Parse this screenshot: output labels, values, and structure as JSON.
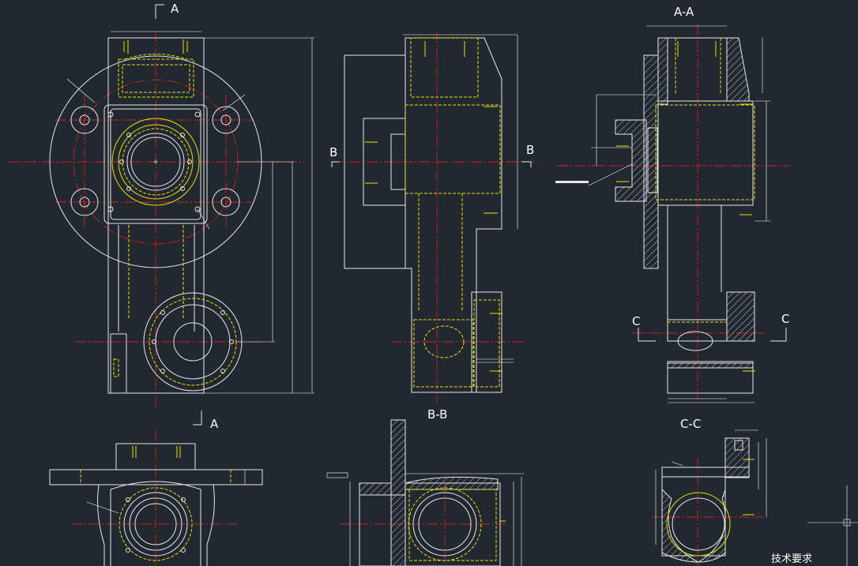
{
  "drawing": {
    "background_color": "#212830",
    "line_color": "#e8e8e8",
    "hidden_line_color": "#e6e100",
    "center_line_color": "#d02020"
  },
  "labels": {
    "section_a_top": "A",
    "section_a_bottom": "A",
    "section_b_left": "B",
    "section_b_right": "B",
    "section_c_left": "C",
    "section_c_right": "C",
    "view_aa": "A-A",
    "view_bb": "B-B",
    "view_cc": "C-C",
    "tech_requirements": "技术要求"
  }
}
